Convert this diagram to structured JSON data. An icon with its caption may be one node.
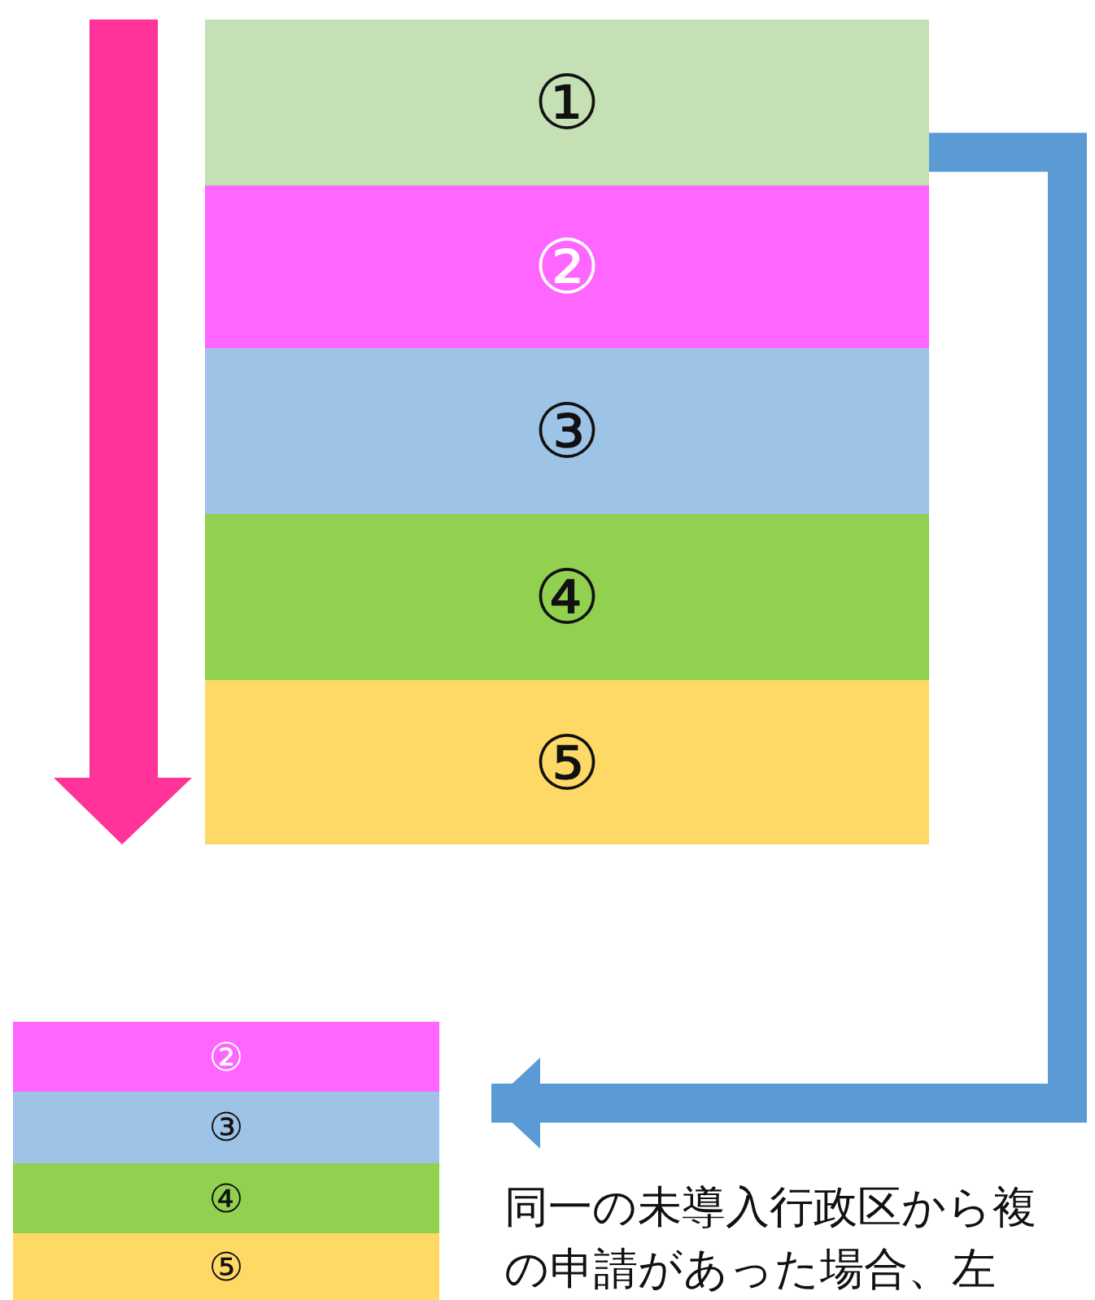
{
  "diagram": {
    "nodes": [
      {
        "text": [
          "①"
        ]
      },
      {
        "text": [
          "②"
        ]
      },
      {
        "text": [
          "③"
        ]
      },
      {
        "text": [
          "④"
        ]
      },
      {
        "text": [
          "⑤"
        ]
      },
      {
        "text": [
          "②"
        ]
      },
      {
        "text": [
          "③"
        ]
      },
      {
        "text": [
          "④"
        ]
      },
      {
        "text": [
          "⑤"
        ]
      }
    ],
    "edges": [
      {
        "from": 0,
        "to": 5,
        "arrow": "to"
      }
    ],
    "labels": [
      "同一の未導入行政区から複の申請があった場合、左"
    ]
  }
}
